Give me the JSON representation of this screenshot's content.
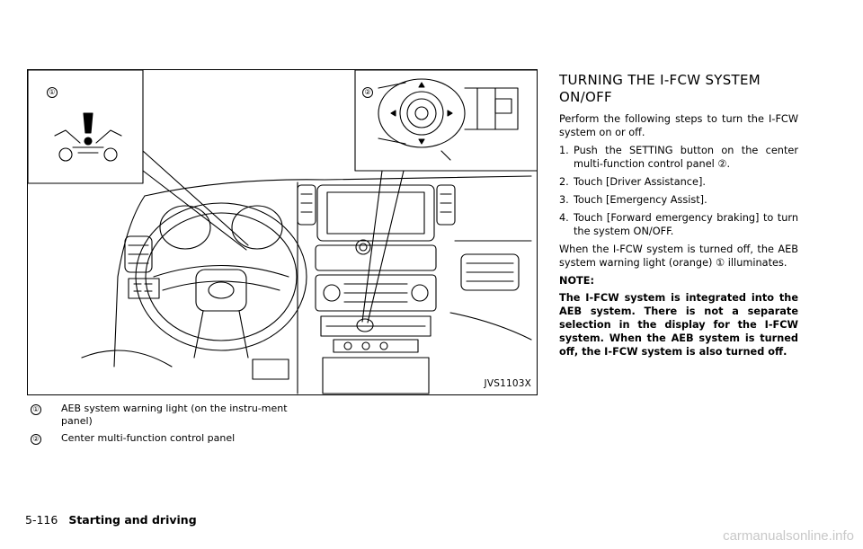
{
  "figure": {
    "id_label": "JVS1103X",
    "callout_1": "①",
    "callout_2": "②"
  },
  "legend": [
    {
      "num": "①",
      "text": "AEB system warning light (on the instru-ment panel)"
    },
    {
      "num": "②",
      "text": "Center multi-function control panel"
    }
  ],
  "section": {
    "heading": "TURNING THE I-FCW SYSTEM ON/OFF",
    "intro": "Perform the following steps to turn the I-FCW system on or off.",
    "steps": [
      {
        "num": "1.",
        "text": "Push the SETTING button on the center multi-function control panel ②."
      },
      {
        "num": "2.",
        "text": "Touch [Driver Assistance]."
      },
      {
        "num": "3.",
        "text": "Touch [Emergency Assist]."
      },
      {
        "num": "4.",
        "text": "Touch [Forward emergency braking] to turn the system ON/OFF."
      }
    ],
    "after": "When the I-FCW system is turned off, the AEB system warning light (orange) ① illuminates.",
    "note_label": "NOTE:",
    "note": "The I-FCW system is integrated into the AEB system. There is not a separate selection in the display for the I-FCW system. When the AEB system is turned off, the I-FCW system is also turned off."
  },
  "footer": {
    "page_number": "5-116",
    "section_title": "Starting and driving"
  },
  "watermark": "carmanualsonline.info"
}
